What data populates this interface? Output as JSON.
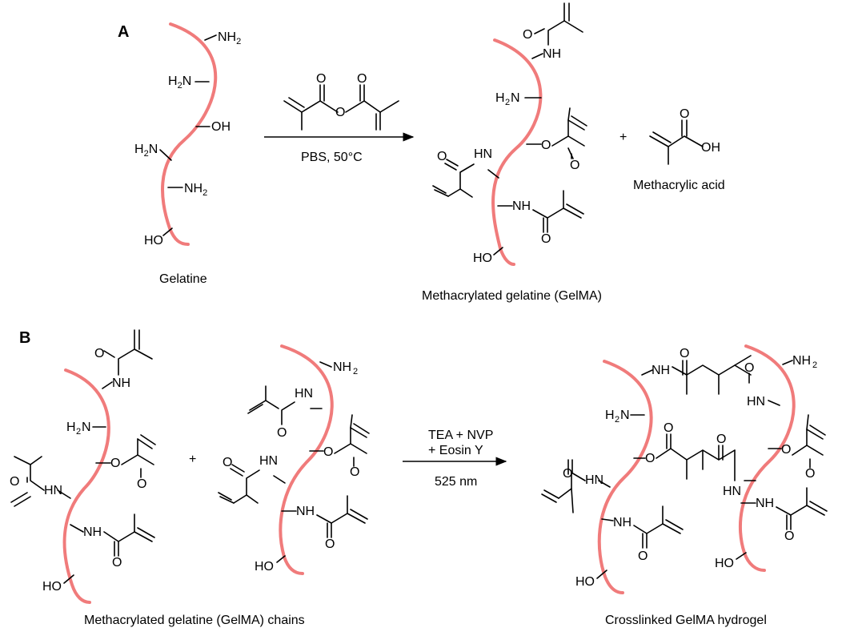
{
  "colors": {
    "chain": "#f07b7b",
    "bond": "#000000",
    "background": "#ffffff"
  },
  "panel_a": {
    "label": "A",
    "reagent_conditions": "PBS, 50°C",
    "plus": "+",
    "gelatine_caption": "Gelatine",
    "gelma_caption": "Methacrylated gelatine (GelMA)",
    "byproduct_caption": "Methacrylic acid",
    "atoms": {
      "nh2": "NH",
      "h2n": "H",
      "n_after_h2": "N",
      "two": "2",
      "oh": "OH",
      "ho": "HO",
      "o": "O",
      "nh": "NH",
      "hn": "HN"
    }
  },
  "panel_b": {
    "label": "B",
    "plus": "+",
    "conditions_line1": "TEA + NVP",
    "conditions_line2": "+ Eosin Y",
    "wavelength": "525 nm",
    "chains_caption": "Methacrylated gelatine (GelMA) chains",
    "hydrogel_caption": "Crosslinked GelMA hydrogel"
  }
}
